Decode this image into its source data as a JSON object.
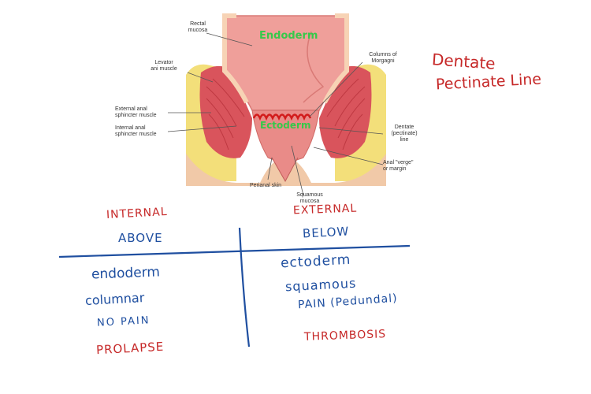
{
  "diagram": {
    "labels": {
      "rectal_mucosa": "Rectal\nmucosa",
      "levator_ani": "Levator\nani muscle",
      "external_sphincter": "External anal\nsphincter muscle",
      "internal_sphincter": "Internal anal\nsphincter muscle",
      "columns_of_morgagni": "Columns of\nMorgagni",
      "dentate_line": "Dentate\n(pectinate)\nline",
      "anal_verge": "Anal \"verge\"\nor margin",
      "perianal_skin": "Perianal skin",
      "squamous_mucosa": "Squamous\nmucosa"
    },
    "annotations": {
      "endoderm": "Endoderm",
      "ectoderm": "Ectoderm"
    }
  },
  "notes": {
    "title_line1": "Dentate",
    "title_line2": "Pectinate Line",
    "left_header": "INTERNAL",
    "left_sub": "ABOVE",
    "right_header": "EXTERNAL",
    "right_sub": "BELOW",
    "left_items": [
      "endoderm",
      "columnar",
      "NO PAIN",
      "PROLAPSE"
    ],
    "right_items": [
      "ectoderm",
      "squamous",
      "PAIN (Pedundal)",
      "THROMBOSIS"
    ]
  },
  "colors": {
    "handwriting_red": "#c62828",
    "handwriting_blue": "#1f4fa0",
    "annotation_green": "#36c94a"
  }
}
